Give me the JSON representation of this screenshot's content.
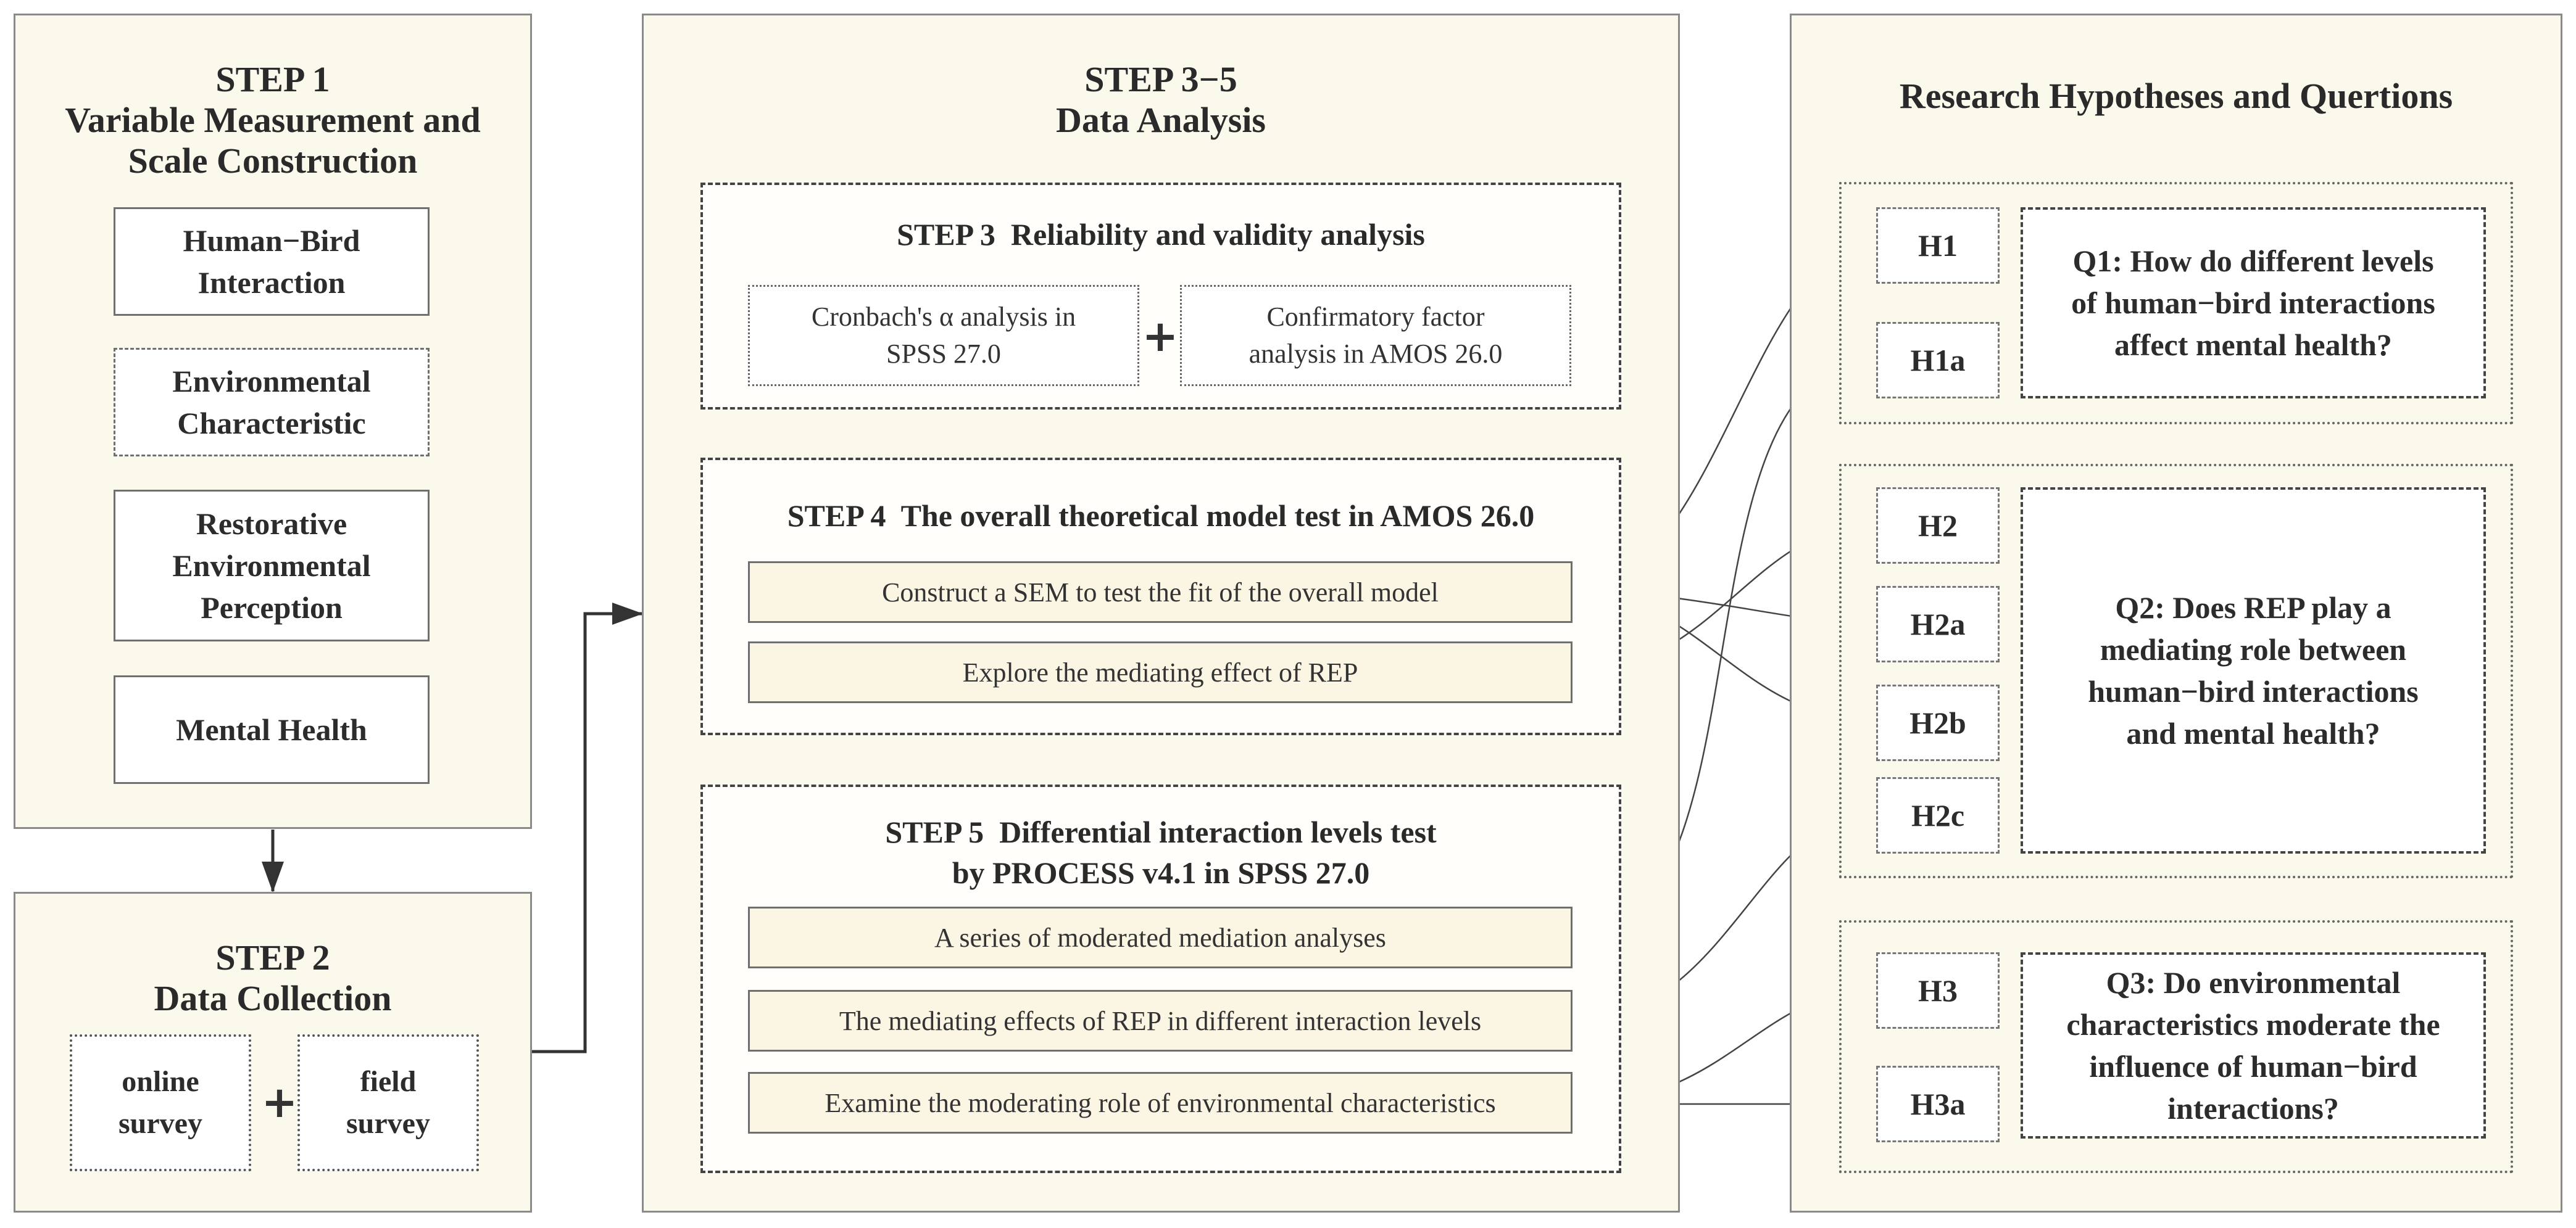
{
  "step1": {
    "title_line1": "STEP 1",
    "title_line2": "Variable Measurement and",
    "title_line3": "Scale Construction",
    "items": [
      {
        "line1": "Human−Bird",
        "line2": "Interaction",
        "line3": ""
      },
      {
        "line1": "Environmental",
        "line2": "Characteristic",
        "line3": ""
      },
      {
        "line1": "Restorative",
        "line2": "Environmental",
        "line3": "Perception"
      },
      {
        "line1": "Mental Health",
        "line2": "",
        "line3": ""
      }
    ]
  },
  "step2": {
    "title_line1": "STEP 2",
    "title_line2": "Data Collection",
    "sources": [
      {
        "line1": "online",
        "line2": "survey"
      },
      {
        "line1": "field",
        "line2": "survey"
      }
    ],
    "plus": "+"
  },
  "analysis": {
    "title_line1": "STEP 3−5",
    "title_line2": "Data Analysis",
    "step3": {
      "title": "STEP 3  Reliability and validity analysis",
      "methods": [
        {
          "line1": "Cronbach's α analysis in",
          "line2": "SPSS 27.0"
        },
        {
          "line1": "Confirmatory factor",
          "line2": "analysis in AMOS 26.0"
        }
      ],
      "plus": "+"
    },
    "step4": {
      "title": "STEP 4  The overall theoretical model test in AMOS 26.0",
      "bars": [
        "Construct a SEM to test the fit of the overall model",
        "Explore the mediating effect of REP"
      ]
    },
    "step5": {
      "title_line1": "STEP 5  Differential interaction levels test",
      "title_line2": "by PROCESS v4.1 in SPSS 27.0",
      "bars": [
        "A series of moderated mediation analyses",
        "The mediating effects of REP in different interaction levels",
        "Examine the moderating role of environmental characteristics"
      ]
    }
  },
  "research": {
    "title": "Research Hypotheses and Quertions",
    "groups": [
      {
        "hypotheses": [
          "H1",
          "H1a"
        ],
        "question": {
          "line1": "Q1: How do different levels",
          "line2": "of human−bird interactions",
          "line3": "affect mental health?",
          "line4": ""
        }
      },
      {
        "hypotheses": [
          "H2",
          "H2a",
          "H2b",
          "H2c"
        ],
        "question": {
          "line1": "Q2: Does REP play a",
          "line2": "mediating role between",
          "line3": "human−bird interactions",
          "line4": "and mental health?"
        }
      },
      {
        "hypotheses": [
          "H3",
          "H3a"
        ],
        "question": {
          "line1": "Q3: Do environmental",
          "line2": "characteristics moderate the",
          "line3": "influence of human−bird",
          "line4": "interactions?"
        }
      }
    ]
  },
  "colors": {
    "panel_fill": "#fbf8ec",
    "bar_fill": "#fbf5e3",
    "stroke": "#333333"
  }
}
